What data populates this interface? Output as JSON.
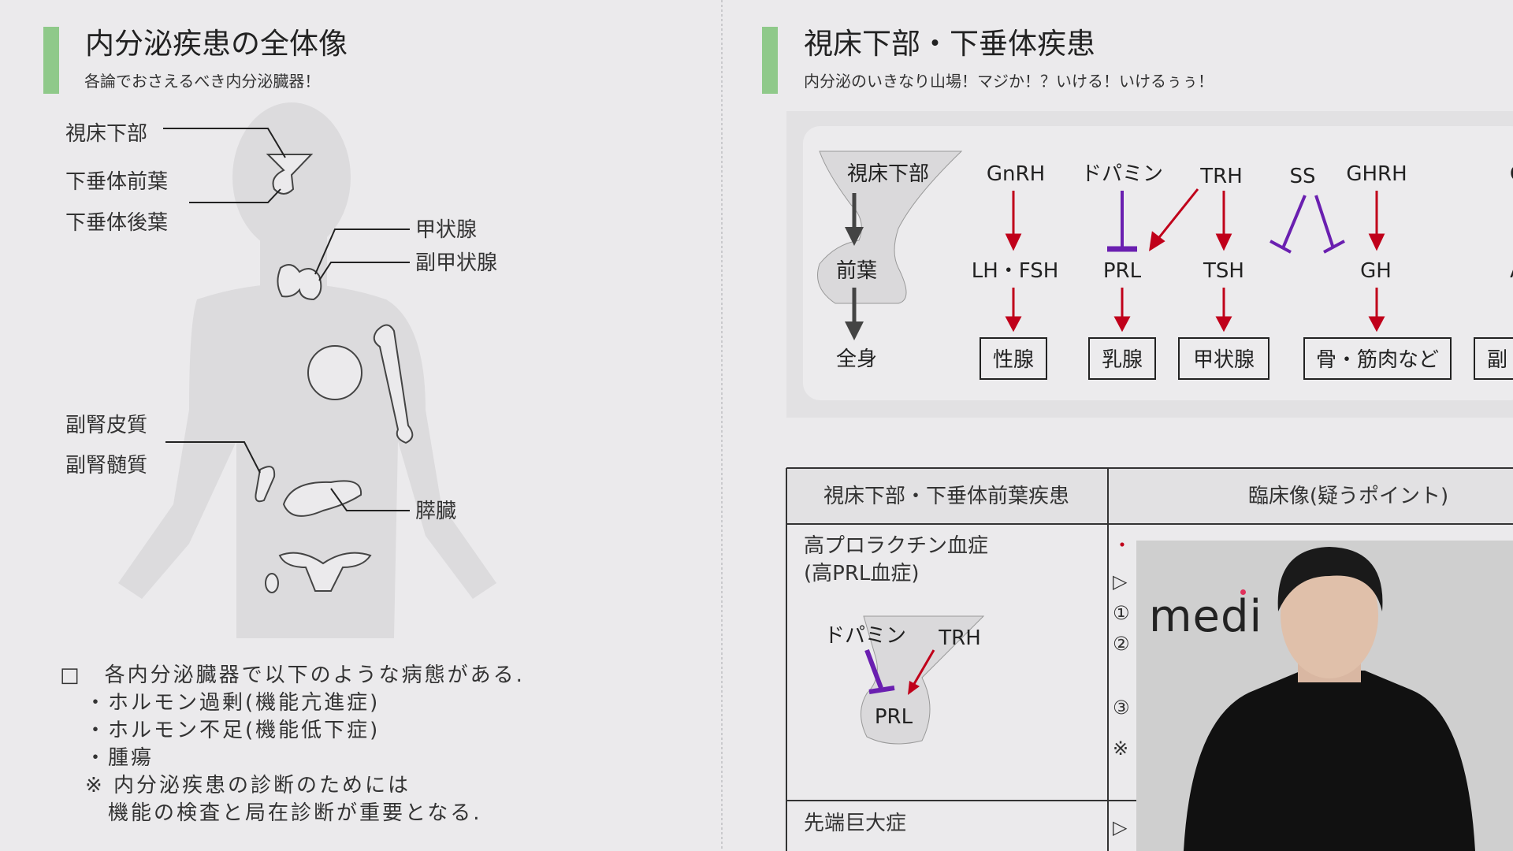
{
  "left": {
    "title": "内分泌疾患の全体像",
    "subtitle": "各論でおさえるべき内分泌臓器！",
    "organ_labels": [
      "視床下部",
      "下垂体前葉",
      "下垂体後葉",
      "甲状腺",
      "副甲状腺",
      "副腎皮質",
      "副腎髄質",
      "膵臓"
    ],
    "notes": [
      "□　各内分泌臓器で以下のような病態がある.",
      "・ホルモン過剰(機能亢進症)",
      "・ホルモン不足(機能低下症)",
      "・腫瘍",
      "※ 内分泌疾患の診断のためには",
      "　機能の検査と局在診断が重要となる."
    ]
  },
  "right": {
    "title": "視床下部・下垂体疾患",
    "subtitle": "内分泌のいきなり山場！マジか！？いける！いけるぅぅ！",
    "diagram": {
      "left_axis": [
        "視床下部",
        "前葉",
        "全身"
      ],
      "hypothalamic": [
        "GnRH",
        "ドパミン",
        "TRH",
        "SS",
        "GHRH",
        "C"
      ],
      "pituitary": [
        "LH・FSH",
        "PRL",
        "TSH",
        "GH",
        "A"
      ],
      "targets": [
        "性腺",
        "乳腺",
        "甲状腺",
        "骨・筋肉など",
        "副"
      ],
      "colors": {
        "stimulate": "#c0001a",
        "inhibit": "#6a1fb0",
        "axis": "#444444"
      }
    },
    "table": {
      "headers": [
        "視床下部・下垂体前葉疾患",
        "臨床像(疑うポイント)"
      ],
      "rows": [
        {
          "name": [
            "高プロラクチン血症",
            "(高PRL血症)"
          ],
          "mini": [
            "ドパミン",
            "TRH",
            "PRL"
          ],
          "points": [
            "・",
            "▷",
            "①",
            "②",
            "③",
            "※"
          ]
        },
        {
          "name": [
            "先端巨大症"
          ],
          "points": [
            "▷"
          ]
        }
      ]
    }
  },
  "webcam": {
    "logo": "medi"
  }
}
